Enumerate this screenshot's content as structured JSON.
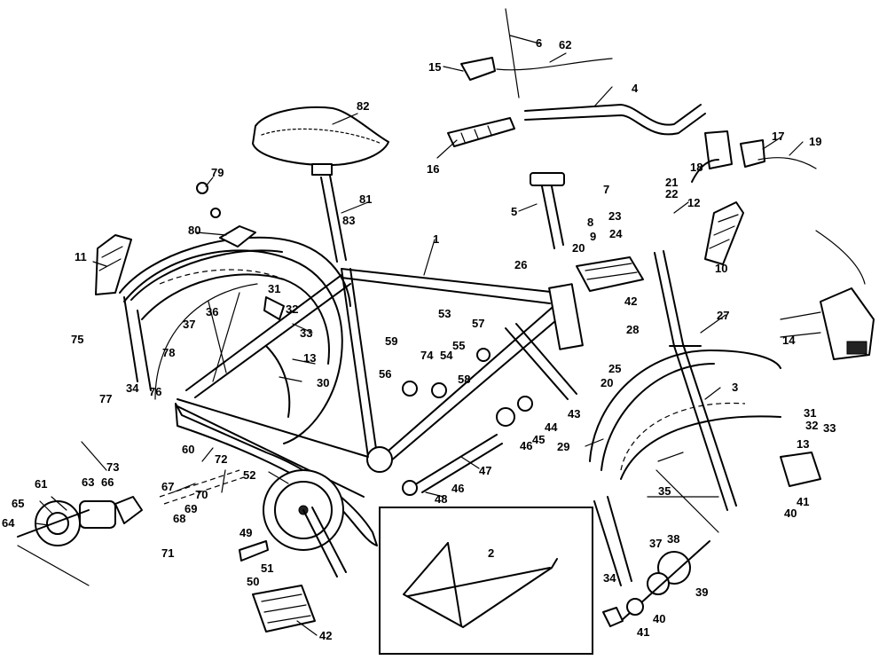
{
  "parts": {
    "p1": "1",
    "p2": "2",
    "p3": "3",
    "p4": "4",
    "p5": "5",
    "p6": "6",
    "p7": "7",
    "p8": "8",
    "p9": "9",
    "p10": "10",
    "p11": "11",
    "p12": "12",
    "p13a": "13",
    "p13b": "13",
    "p14": "14",
    "p15": "15",
    "p16": "16",
    "p17": "17",
    "p18": "18",
    "p19": "19",
    "p20a": "20",
    "p20b": "20",
    "p21": "21",
    "p22": "22",
    "p23": "23",
    "p24": "24",
    "p25": "25",
    "p26": "26",
    "p27": "27",
    "p28": "28",
    "p29": "29",
    "p30": "30",
    "p31a": "31",
    "p31b": "31",
    "p32a": "32",
    "p32b": "32",
    "p33a": "33",
    "p33b": "33",
    "p34a": "34",
    "p34b": "34",
    "p35": "35",
    "p36": "36",
    "p37a": "37",
    "p37b": "37",
    "p38": "38",
    "p39": "39",
    "p40a": "40",
    "p40b": "40",
    "p41a": "41",
    "p41b": "41",
    "p42a": "42",
    "p42b": "42",
    "p43": "43",
    "p44": "44",
    "p45": "45",
    "p46a": "46",
    "p46b": "46",
    "p47": "47",
    "p48": "48",
    "p49": "49",
    "p50": "50",
    "p51": "51",
    "p52": "52",
    "p53": "53",
    "p54": "54",
    "p55": "55",
    "p56": "56",
    "p57": "57",
    "p58": "58",
    "p59": "59",
    "p60": "60",
    "p61": "61",
    "p62": "62",
    "p63": "63",
    "p64": "64",
    "p65": "65",
    "p66": "66",
    "p67": "67",
    "p68": "68",
    "p69": "69",
    "p70": "70",
    "p71": "71",
    "p72": "72",
    "p73": "73",
    "p74": "74",
    "p75": "75",
    "p76": "76",
    "p77": "77",
    "p78": "78",
    "p79": "79",
    "p80": "80",
    "p81": "81",
    "p82": "82",
    "p83": "83"
  }
}
